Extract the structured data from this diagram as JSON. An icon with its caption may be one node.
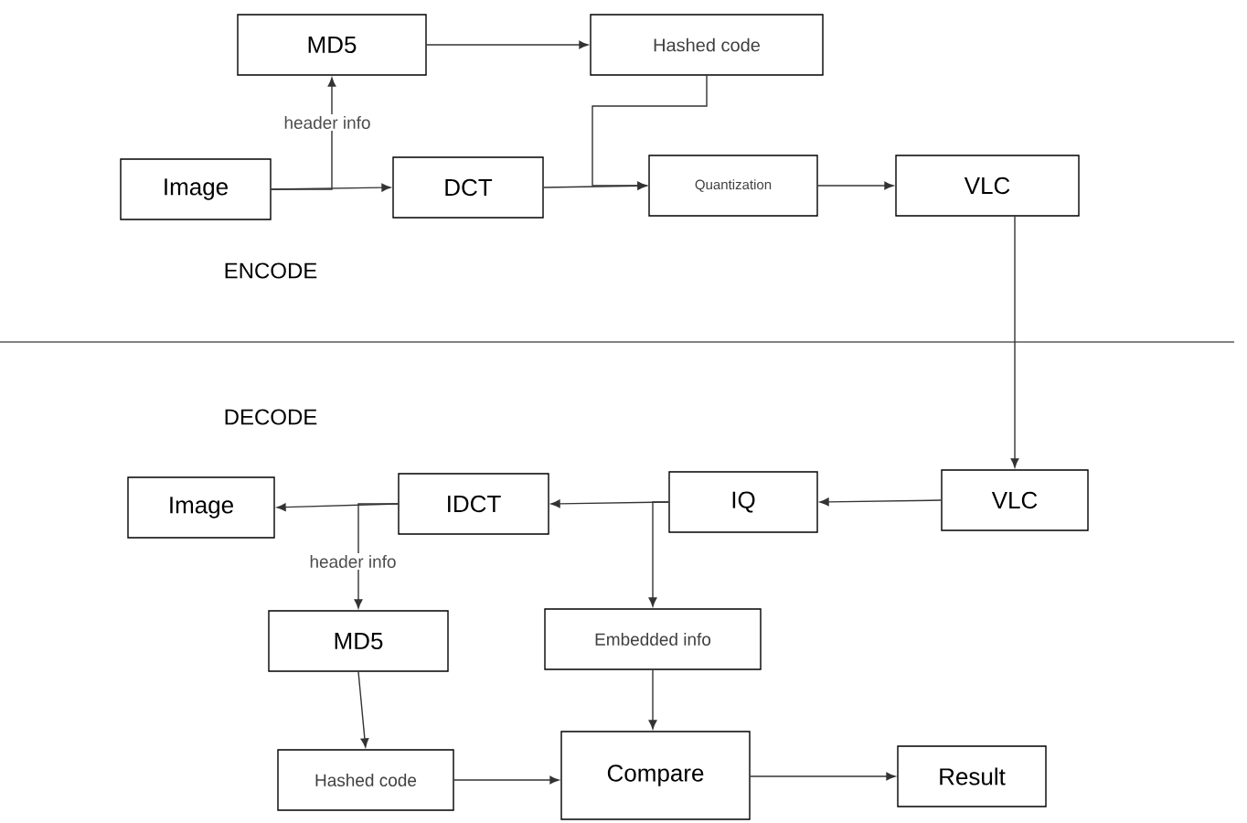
{
  "diagram": {
    "nodes": [
      {
        "text": [
          "MD5"
        ]
      },
      {
        "text": [
          "Hashed code"
        ]
      },
      {
        "text": [
          "Image"
        ]
      },
      {
        "text": [
          "DCT"
        ]
      },
      {
        "text": [
          "Quantization"
        ]
      },
      {
        "text": [
          "VLC"
        ]
      },
      {
        "text": [
          "Image"
        ]
      },
      {
        "text": [
          "IDCT"
        ]
      },
      {
        "text": [
          "IQ"
        ]
      },
      {
        "text": [
          "VLC"
        ]
      },
      {
        "text": [
          "MD5"
        ]
      },
      {
        "text": [
          "Embedded info"
        ]
      },
      {
        "text": [
          "Hashed code"
        ]
      },
      {
        "text": [
          "Compare"
        ]
      },
      {
        "text": [
          "Result"
        ]
      }
    ],
    "edges": [
      {
        "from": 2,
        "to": 3,
        "arrow": "to"
      },
      {
        "from": 2,
        "to": 0,
        "arrow": "to",
        "label": "header info"
      },
      {
        "from": 0,
        "to": 1,
        "arrow": "to"
      },
      {
        "from": 3,
        "to": 4,
        "arrow": "to"
      },
      {
        "from": 1,
        "to": 4,
        "arrow": "to"
      },
      {
        "from": 4,
        "to": 5,
        "arrow": "to"
      },
      {
        "from": 5,
        "to": 9,
        "arrow": "to"
      },
      {
        "from": 9,
        "to": 8,
        "arrow": "to"
      },
      {
        "from": 8,
        "to": 7,
        "arrow": "to"
      },
      {
        "from": 8,
        "to": 11,
        "arrow": "to"
      },
      {
        "from": 7,
        "to": 6,
        "arrow": "to"
      },
      {
        "from": 7,
        "to": 10,
        "arrow": "to",
        "label": "header info"
      },
      {
        "from": 10,
        "to": 12,
        "arrow": "to"
      },
      {
        "from": 12,
        "to": 13,
        "arrow": "to"
      },
      {
        "from": 11,
        "to": 13,
        "arrow": "to"
      },
      {
        "from": 13,
        "to": 14,
        "arrow": "to"
      }
    ],
    "labels": [
      "ENCODE",
      "DECODE"
    ]
  }
}
